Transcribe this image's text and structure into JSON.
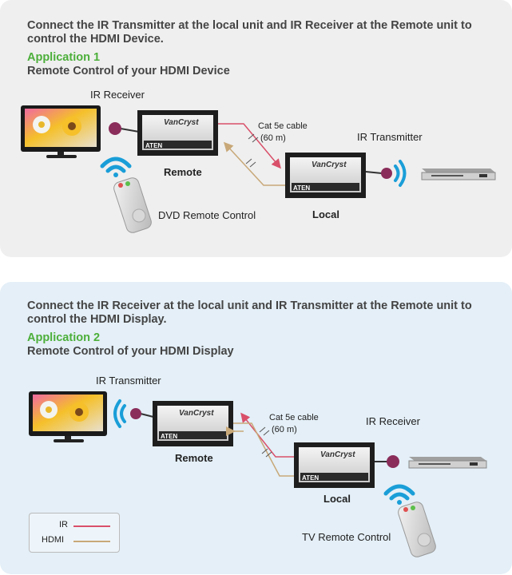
{
  "app1": {
    "heading_line1": "Connect the IR Transmitter at the local unit and IR Receiver at the Remote unit to",
    "heading_line2": "control the HDMI Device.",
    "title": "Application 1",
    "subtitle": "Remote Control of your HDMI Device",
    "labels": {
      "ir_receiver": "IR Receiver",
      "remote": "Remote",
      "cable_line1": "Cat 5e cable",
      "cable_line2": "(60 m)",
      "ir_transmitter": "IR Transmitter",
      "local": "Local",
      "remote_control": "DVD Remote Control"
    }
  },
  "app2": {
    "heading_line1": "Connect the IR Receiver at the local unit and IR Transmitter at the Remote unit to",
    "heading_line2": "control the HDMI Display.",
    "title": "Application 2",
    "subtitle": "Remote Control of your HDMI Display",
    "labels": {
      "ir_transmitter": "IR Transmitter",
      "remote": "Remote",
      "cable_line1": "Cat 5e cable",
      "cable_line2": "(60 m)",
      "ir_receiver": "IR Receiver",
      "local": "Local",
      "remote_control": "TV Remote Control"
    }
  },
  "device_text": {
    "brand": "VanCryst",
    "maker": "ATEN"
  },
  "legend": {
    "ir": "IR",
    "hdmi": "HDMI"
  },
  "colors": {
    "ir_line": "#d9506a",
    "hdmi_line": "#c8a878",
    "wave": "#1a9ed8",
    "app_title": "#4caf3a"
  }
}
